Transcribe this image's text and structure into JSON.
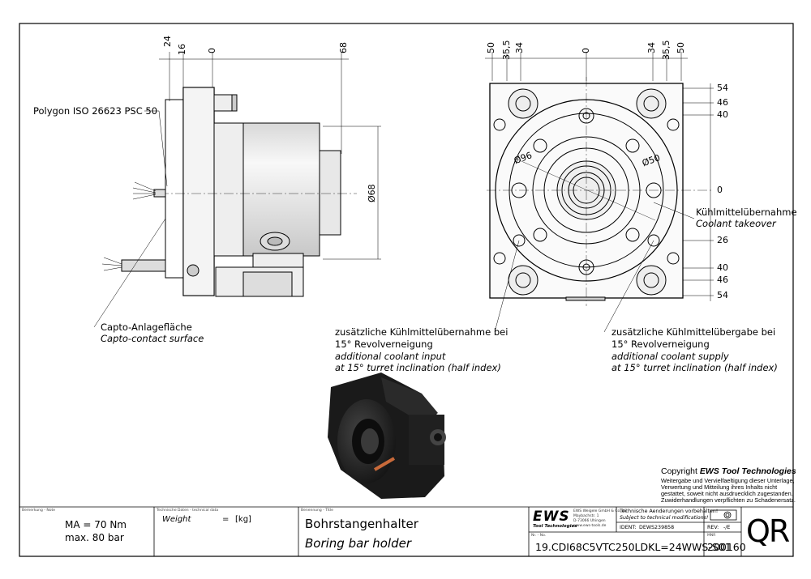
{
  "views": {
    "side_dims": [
      "24",
      "16",
      "0",
      "68"
    ],
    "front_dims_top": [
      "50",
      "35,5",
      "34",
      "0",
      "34",
      "35,5",
      "50"
    ],
    "front_dims_right_top": [
      "54",
      "46",
      "40",
      "0"
    ],
    "front_dims_right_bottom": [
      "26",
      "40",
      "46",
      "54"
    ],
    "dia_68": "Ø68",
    "dia_96": "Ø96",
    "dia_50": "Ø50"
  },
  "labels": {
    "polygon": "Polygon ISO 26623 PSC 50",
    "capto_de": "Capto-Anlagefläche",
    "capto_en": "Capto-contact surface",
    "coolant_takeover_de": "Kühlmittelübernahme",
    "coolant_takeover_en": "Coolant takeover",
    "add_input_de1": "zusätzliche Kühlmittelübernahme bei",
    "add_input_de2": "15° Revolverneigung",
    "add_input_en1": "additional coolant input",
    "add_input_en2": "at 15° turret inclination (half index)",
    "add_supply_de1": "zusätzliche Kühlmittelübergabe bei",
    "add_supply_de2": "15° Revolverneigung",
    "add_supply_en1": "additional coolant supply",
    "add_supply_en2": "at 15° turret inclination (half index)"
  },
  "copyright": {
    "title_prefix": "Copyright ",
    "title_brand": "EWS Tool Technologies",
    "line1": "Weitergabe und Vervielfaeltigung dieser Unterlage,",
    "line2": "Verwertung und Mitteilung ihres Inhalts nicht",
    "line3": "gestattet, soweit nicht ausdruecklich zugestanden.",
    "line4": "Zuwiderhandlungen verpflichten zu Schadenersatz."
  },
  "title_block": {
    "note_caption": "Bemerkung - Note",
    "note_line1": "MA = 70 Nm",
    "note_line2": "max. 80 bar",
    "tech_caption": "Technische Daten - technical data",
    "weight_label": "Weight",
    "weight_eq": "=",
    "weight_unit": "[kg]",
    "title_caption": "Benennung - Title",
    "title_de": "Bohrstangenhalter",
    "title_en": "Boring bar holder",
    "logo": "EWS",
    "logo_sub": "Tool Technologies",
    "company_lines": [
      "EWS Weigele GmbH & Co. KG",
      "Maybachstr. 1",
      "D-73066 Uhingen",
      "www.ews-tools.de"
    ],
    "changes_de": "Technische Aenderungen vorbehalten!",
    "changes_en": "Subject to technical modifications!",
    "ident_label": "IDENT:",
    "ident_value": "DEWS239858",
    "rev_label": "REV:",
    "rev_value": "-/E",
    "nr_caption": "Nr. - No.",
    "part_number": "19.CDI68C5VTC250LDKL=24WWS-S01",
    "mnr_caption": "MNR",
    "mnr_value": "200160",
    "qr": "QR"
  }
}
